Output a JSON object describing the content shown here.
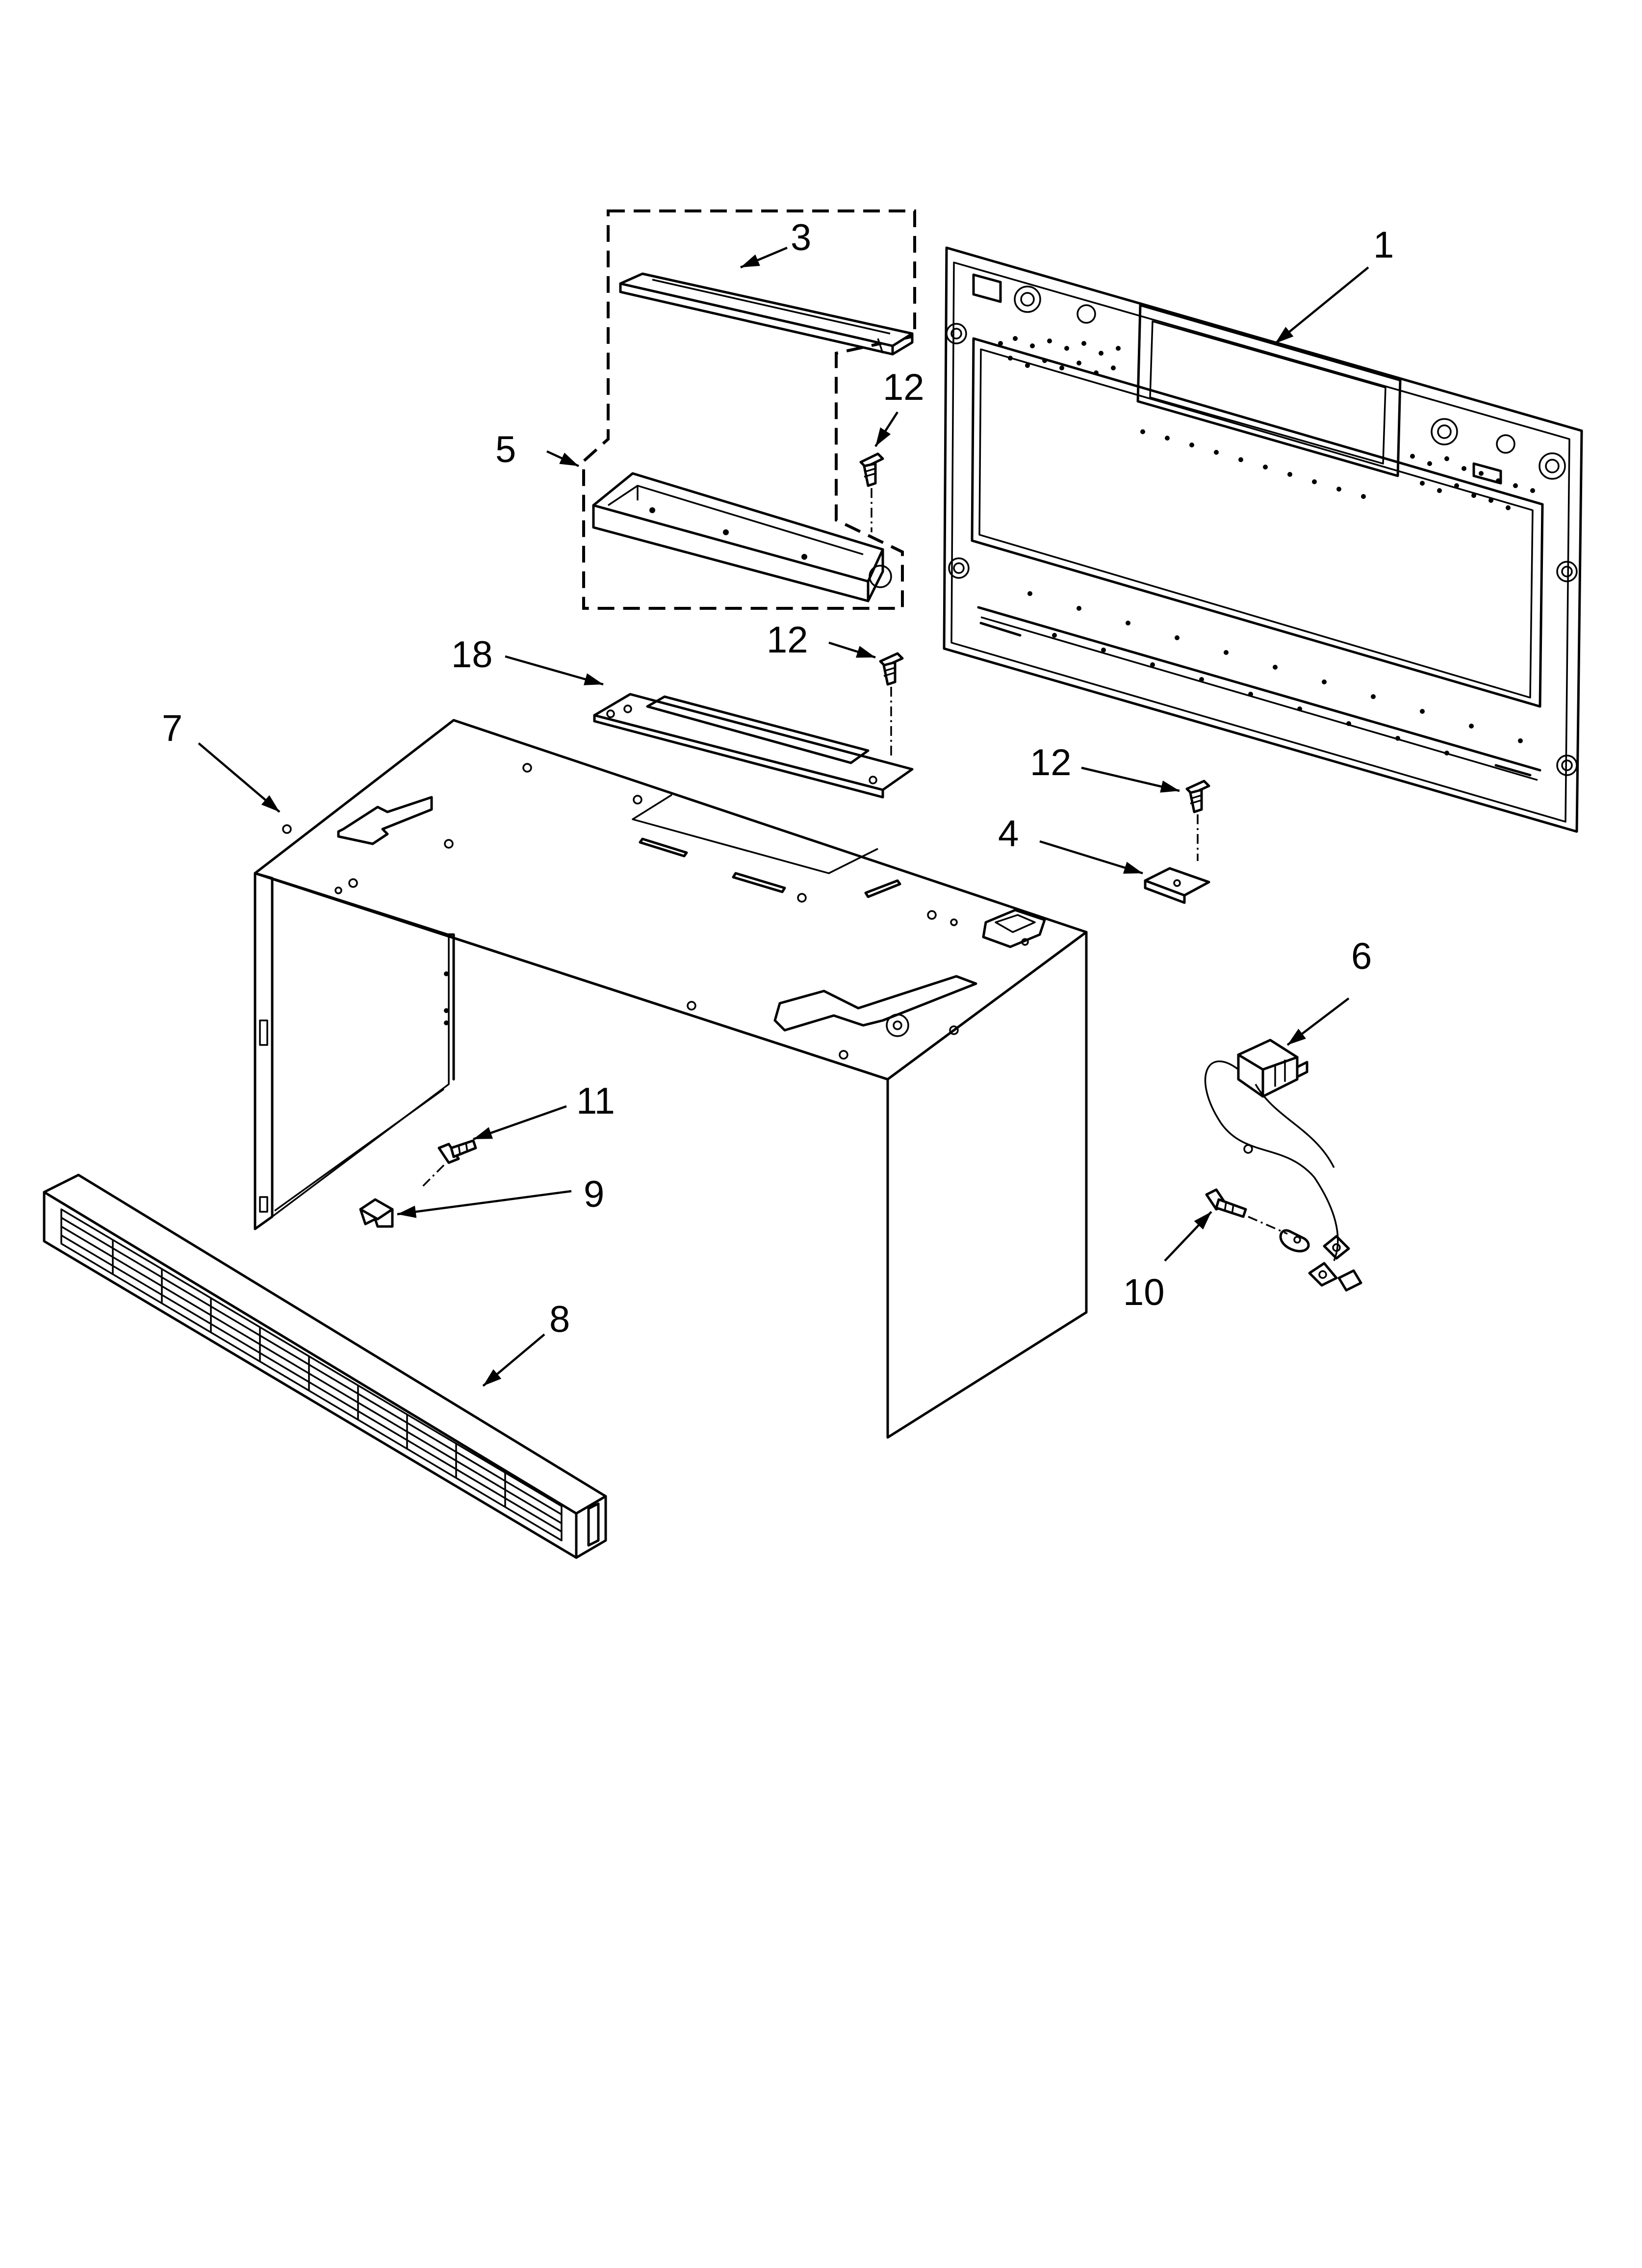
{
  "callouts": {
    "c1": "1",
    "c3": "3",
    "c4": "4",
    "c5": "5",
    "c6": "6",
    "c7": "7",
    "c8": "8",
    "c9": "9",
    "c10": "10",
    "c11": "11",
    "c12a": "12",
    "c12b": "12",
    "c12c": "12",
    "c18": "18"
  }
}
